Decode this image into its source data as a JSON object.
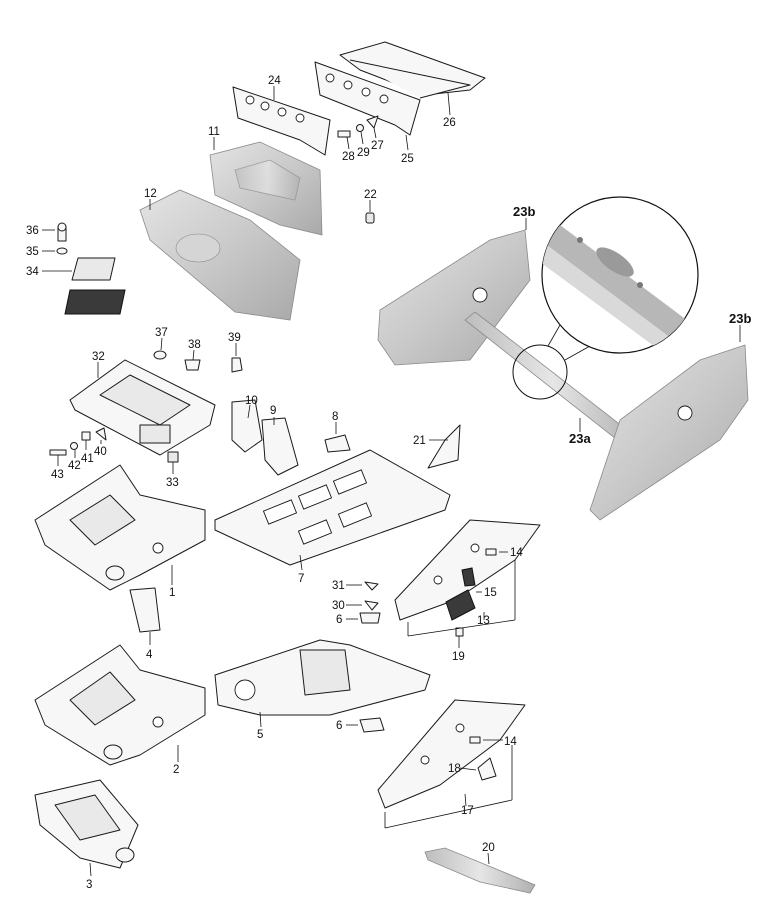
{
  "labels": {
    "p1": "1",
    "p2": "2",
    "p3": "3",
    "p4": "4",
    "p5": "5",
    "p6a": "6",
    "p6b": "6",
    "p7": "7",
    "p8": "8",
    "p9": "9",
    "p10": "10",
    "p11": "11",
    "p12": "12",
    "p13": "13",
    "p14a": "14",
    "p14b": "14",
    "p15": "15",
    "p17": "17",
    "p18": "18",
    "p19": "19",
    "p20": "20",
    "p21": "21",
    "p22": "22",
    "p23a": "23a",
    "p23b_left": "23b",
    "p23b_right": "23b",
    "p24": "24",
    "p25": "25",
    "p26": "26",
    "p27": "27",
    "p28": "28",
    "p29": "29",
    "p30": "30",
    "p31": "31",
    "p32": "32",
    "p33": "33",
    "p34": "34",
    "p35": "35",
    "p36": "36",
    "p37": "37",
    "p38": "38",
    "p39": "39",
    "p40": "40",
    "p41": "41",
    "p42": "42",
    "p43": "43"
  }
}
